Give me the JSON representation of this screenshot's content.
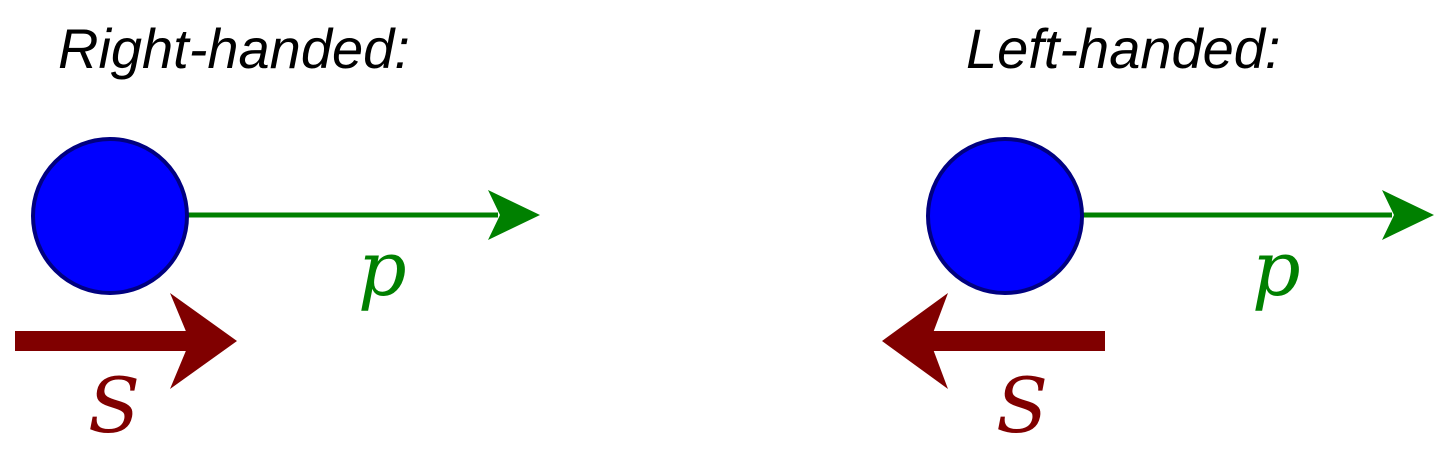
{
  "panels": [
    {
      "title": "Right-handed:",
      "momentum_label": "p",
      "spin_label": "S",
      "spin_direction": "right"
    },
    {
      "title": "Left-handed:",
      "momentum_label": "p",
      "spin_label": "S",
      "spin_direction": "left"
    }
  ],
  "colors": {
    "particle_fill": "#0000ff",
    "particle_stroke": "#000080",
    "momentum": "#008000",
    "spin": "#800000",
    "title": "#000000"
  }
}
